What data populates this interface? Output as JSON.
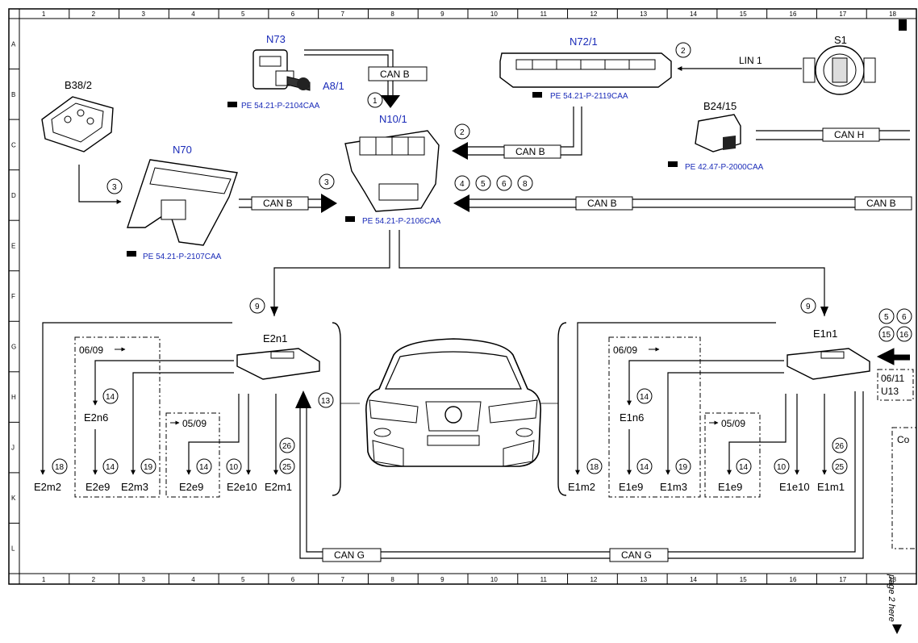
{
  "grid": {
    "columns": [
      "1",
      "2",
      "3",
      "4",
      "5",
      "6",
      "7",
      "8",
      "9",
      "10",
      "11",
      "12",
      "13",
      "14",
      "15",
      "16",
      "17",
      "18"
    ],
    "rows": [
      "A",
      "B",
      "C",
      "D",
      "E",
      "F",
      "G",
      "H",
      "J",
      "K",
      "L"
    ]
  },
  "components": {
    "N73": "N73",
    "A8_1": "A8/1",
    "N72_1": "N72/1",
    "S1": "S1",
    "B38_2": "B38/2",
    "N10_1": "N10/1",
    "N70": "N70",
    "B24_15": "B24/15",
    "E2n1": "E2n1",
    "E1n1": "E1n1",
    "E2n6": "E2n6",
    "E1n6": "E1n6",
    "E2m2": "E2m2",
    "E2e9a": "E2e9",
    "E2m3": "E2m3",
    "E2e9b": "E2e9",
    "E2e10": "E2e10",
    "E2m1": "E2m1",
    "E1m2": "E1m2",
    "E1e9a": "E1e9",
    "E1m3": "E1m3",
    "E1e9b": "E1e9",
    "E1e10": "E1e10",
    "E1m1": "E1m1",
    "U13": "U13",
    "cut_co": "Co"
  },
  "refs": {
    "n73": "PE 54.21-P-2104CAA",
    "n72": "PE 54.21-P-2119CAA",
    "n10": "PE 54.21-P-2106CAA",
    "n70": "PE 54.21-P-2107CAA",
    "b24": "PE 42.47-P-2000CAA"
  },
  "bus": {
    "can_b": "CAN B",
    "can_h": "CAN H",
    "can_g": "CAN G",
    "lin1": "LIN 1"
  },
  "dates": {
    "d0609": "06/09",
    "d0509": "05/09",
    "d0611": "06/11"
  },
  "markers": {
    "m1": "1",
    "m2a": "2",
    "m2b": "2",
    "m3a": "3",
    "m3b": "3",
    "m4": "4",
    "m5": "5",
    "m6": "6",
    "m8": "8",
    "m9a": "9",
    "m9b": "9",
    "m13": "13",
    "m14a": "14",
    "m14b": "14",
    "m14c": "14",
    "m14d": "14",
    "m14e": "14",
    "m14f": "14",
    "m18a": "18",
    "m18b": "18",
    "m19a": "19",
    "m19b": "19",
    "m10a": "10",
    "m10b": "10",
    "m26a": "26",
    "m26b": "26",
    "m25a": "25",
    "m25b": "25",
    "r5": "5",
    "r6": "6",
    "r15": "15",
    "r16": "16"
  },
  "side_note": "page 2 here",
  "colors": {
    "line": "#000000",
    "link_blue": "#1a2bb8",
    "marker_fill": "#ffffff"
  },
  "icons": {
    "reference": "hand-pointer-icon",
    "continue": "arrow-down-icon"
  }
}
